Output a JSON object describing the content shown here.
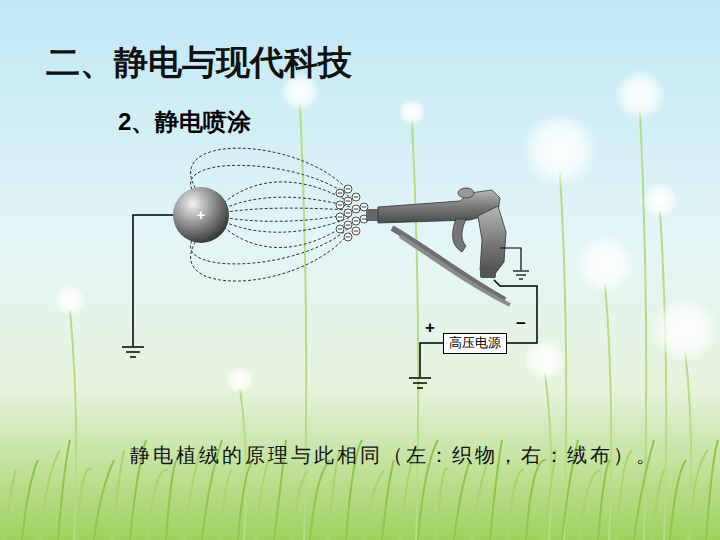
{
  "diagram": {
    "title": "二、静电与现代科技",
    "caption": "静电植绒的原理与此相同（左：织物，右：绒布）。",
    "nodes": [
      {
        "text": [
          "+"
        ]
      },
      {
        "text": [
          "高压电源"
        ]
      }
    ],
    "labels": [
      "2、静电喷涂",
      "+",
      "−"
    ]
  }
}
